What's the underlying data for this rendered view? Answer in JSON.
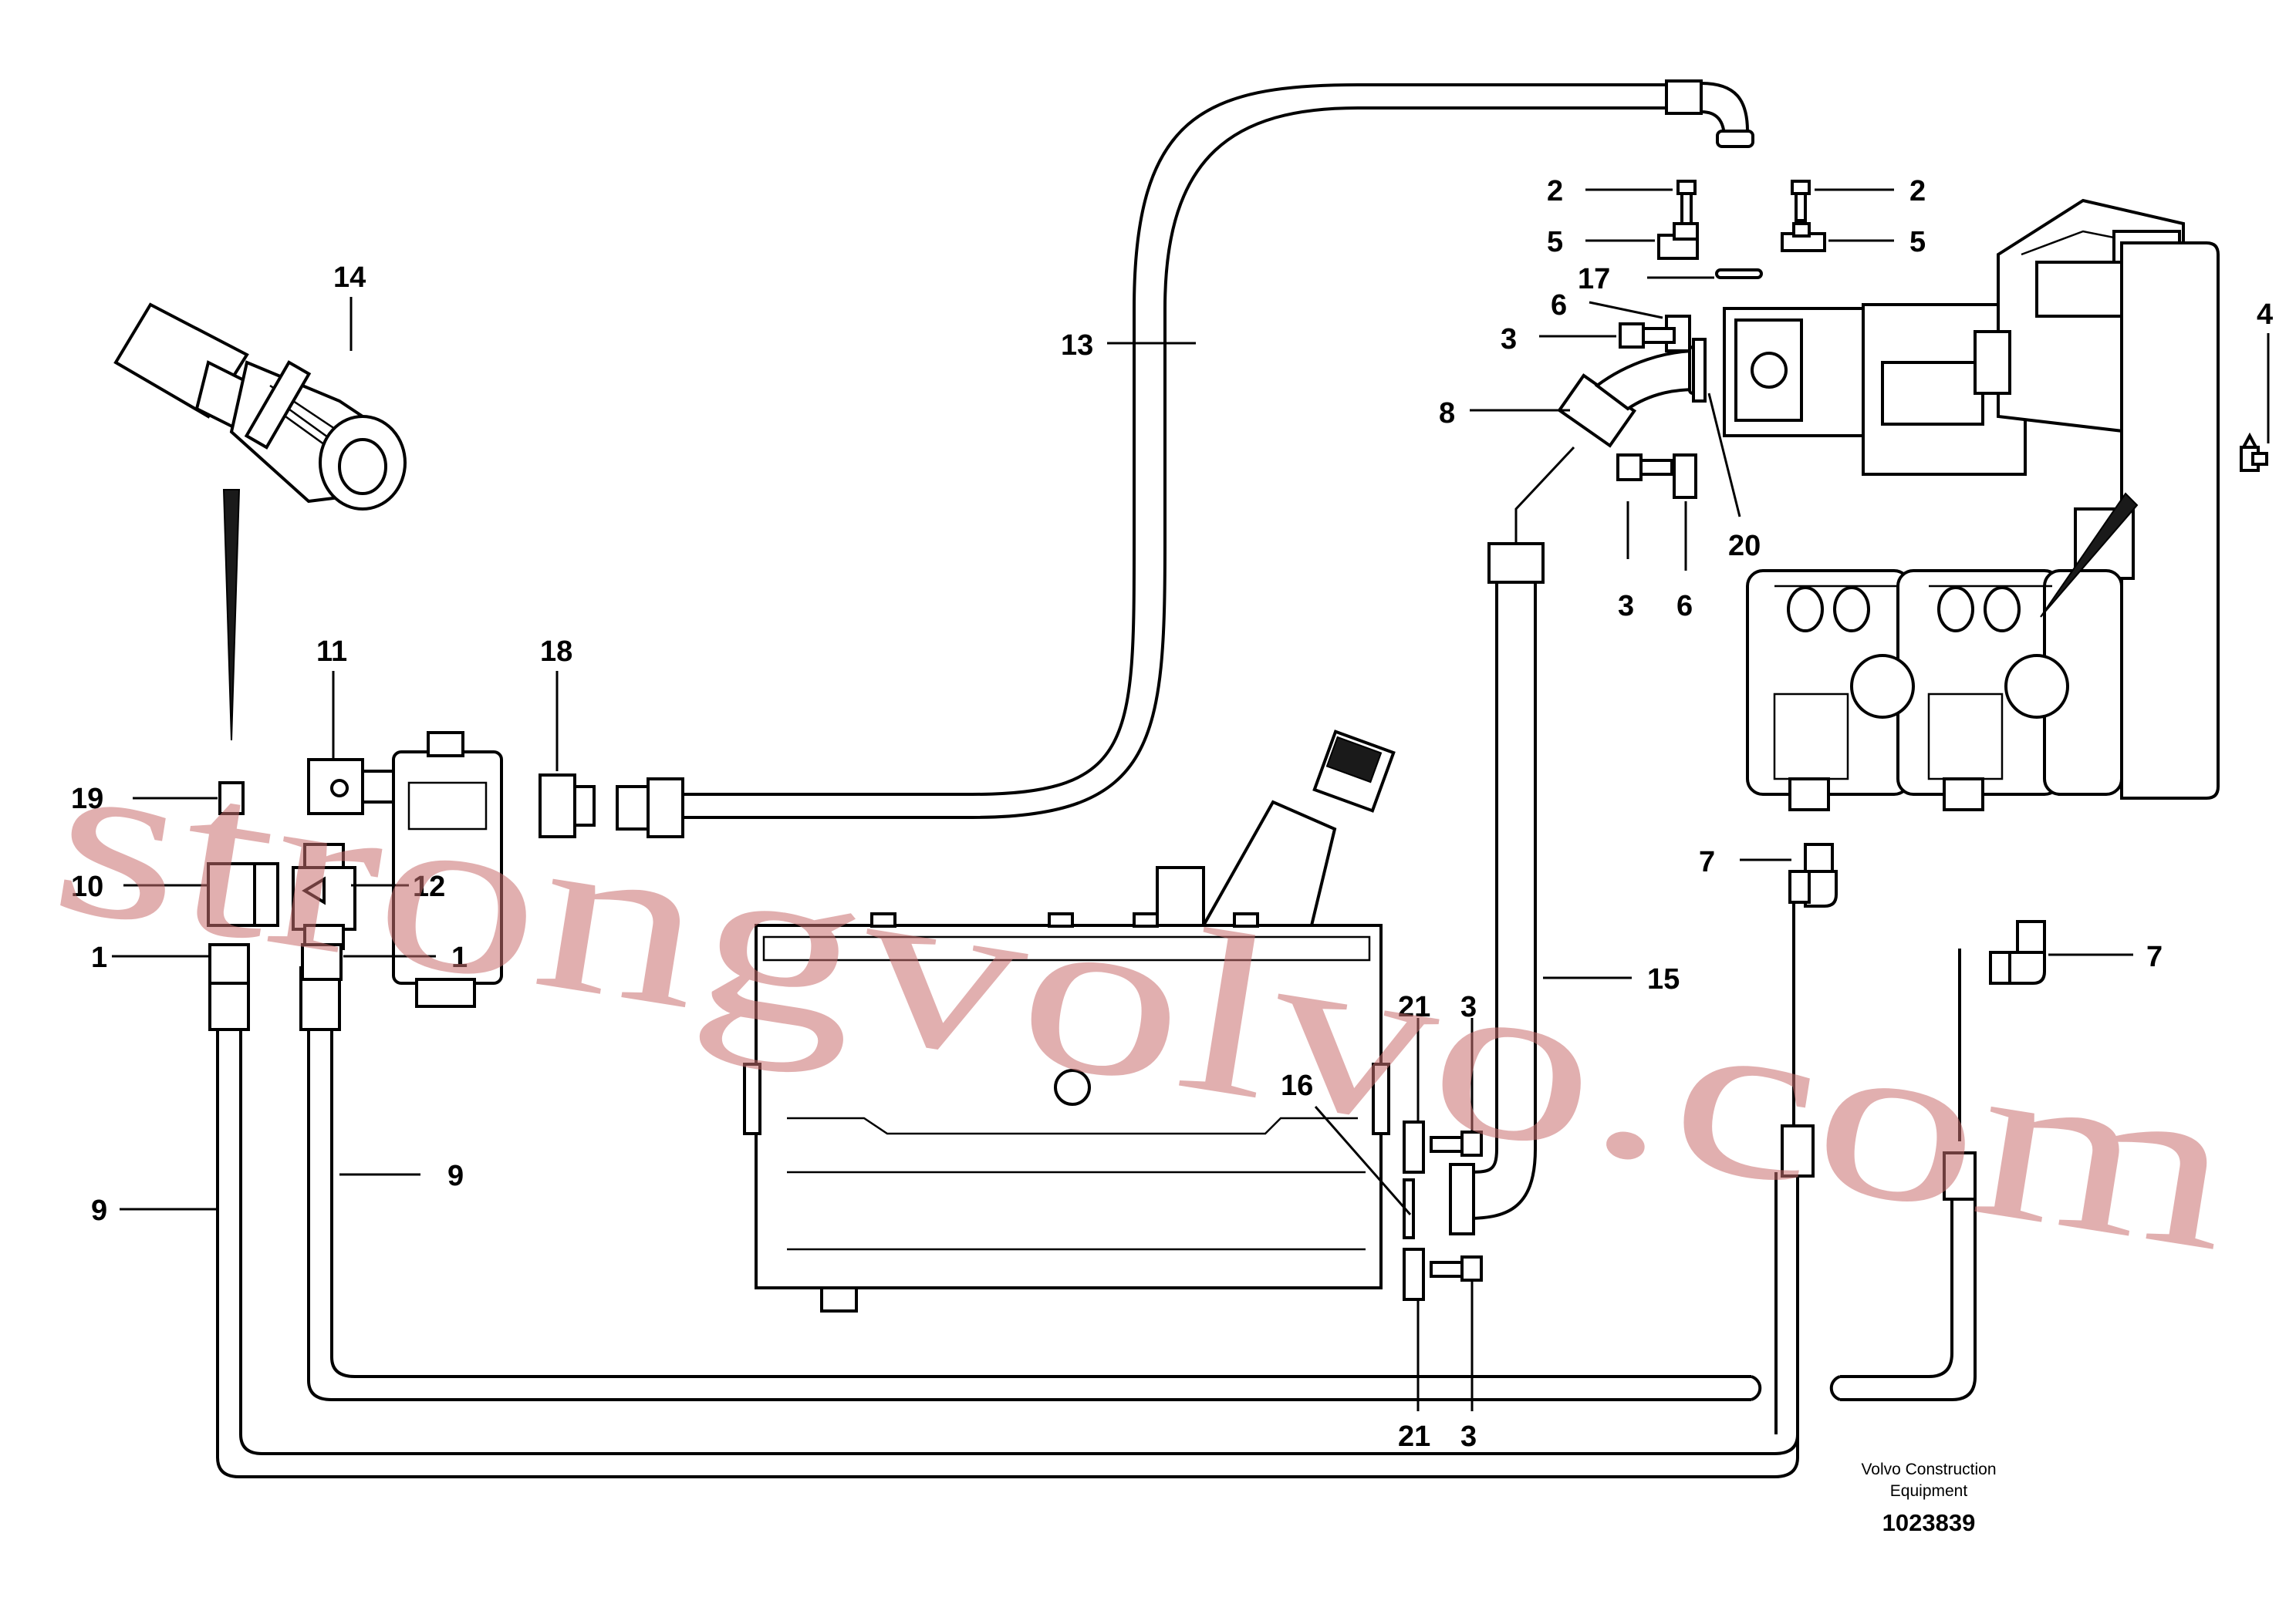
{
  "watermark": "strongvolvo.com",
  "footer": {
    "brand_line1": "Volvo Construction",
    "brand_line2": "Equipment",
    "drawing_id": "1023839"
  },
  "callouts": {
    "c1a": "1",
    "c1b": "1",
    "c2a": "2",
    "c2b": "2",
    "c3a": "3",
    "c3b": "3",
    "c3c": "3",
    "c3d": "3",
    "c4": "4",
    "c5a": "5",
    "c5b": "5",
    "c6a": "6",
    "c6b": "6",
    "c7a": "7",
    "c7b": "7",
    "c8": "8",
    "c9a": "9",
    "c9b": "9",
    "c10": "10",
    "c11": "11",
    "c12": "12",
    "c13": "13",
    "c14": "14",
    "c15": "15",
    "c16": "16",
    "c17": "17",
    "c18": "18",
    "c19": "19",
    "c20": "20",
    "c21a": "21",
    "c21b": "21"
  }
}
